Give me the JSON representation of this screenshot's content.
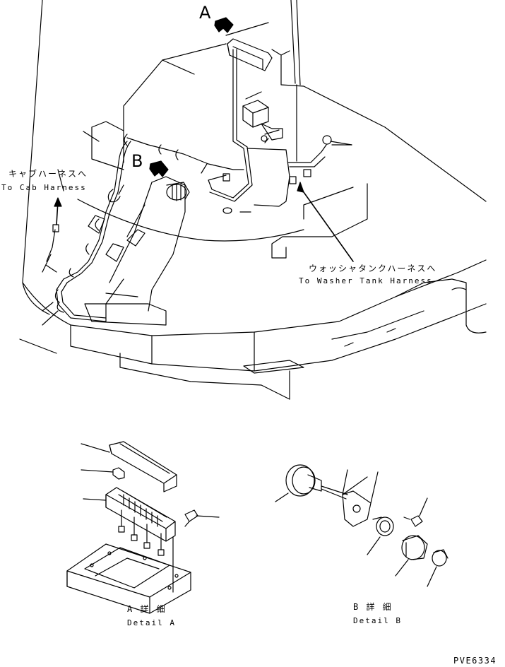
{
  "labels": {
    "callout_a": "A",
    "callout_b": "B",
    "cab_harness_jp": "キャブハーネスへ",
    "cab_harness_en": "To Cab Harness",
    "washer_harness_jp": "ウォッシャタンクハーネスへ",
    "washer_harness_en": "To Washer Tank Harness",
    "detail_a_jp": "A 詳 細",
    "detail_a_en": "Detail A",
    "detail_b_jp": "B 詳 細",
    "detail_b_en": "Detail B",
    "drawing_code": "PVE6334"
  },
  "colors": {
    "line": "#000000",
    "background": "#ffffff"
  }
}
